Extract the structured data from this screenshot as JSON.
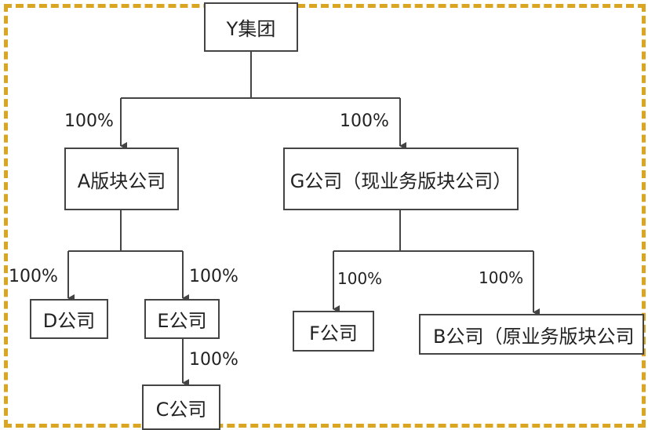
{
  "colors": {
    "frame": "#DAA520",
    "line": "#444444",
    "text": "#222222"
  },
  "nodes": {
    "y": "Y集团",
    "a": "A版块公司",
    "g": "G公司（现业务版块公司）",
    "d": "D公司",
    "e": "E公司",
    "c": "C公司",
    "f": "F公司",
    "b": "B公司（原业务版块公司"
  },
  "ownership": {
    "y_a": "100%",
    "y_g": "100%",
    "a_d": "100%",
    "a_e": "100%",
    "e_c": "100%",
    "g_f": "100%",
    "g_b": "100%"
  }
}
